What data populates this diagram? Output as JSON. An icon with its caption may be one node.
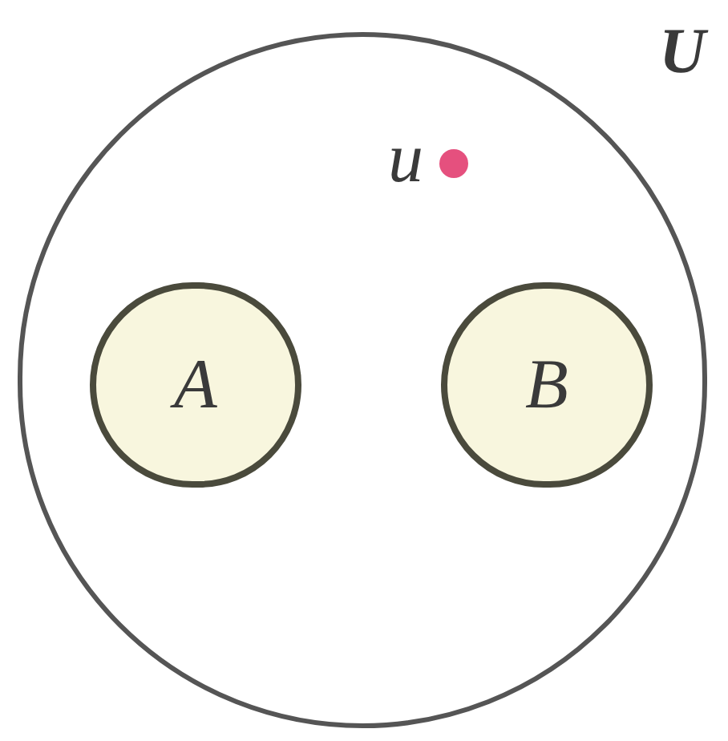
{
  "diagram": {
    "nodes": [
      {
        "text": [
          "U"
        ]
      },
      {
        "text": [
          "A"
        ],
        "in": 0
      },
      {
        "text": [
          "B"
        ],
        "in": 0
      },
      {
        "text": [],
        "shape": "circle",
        "beside": [
          "u"
        ],
        "in": 0
      }
    ]
  }
}
